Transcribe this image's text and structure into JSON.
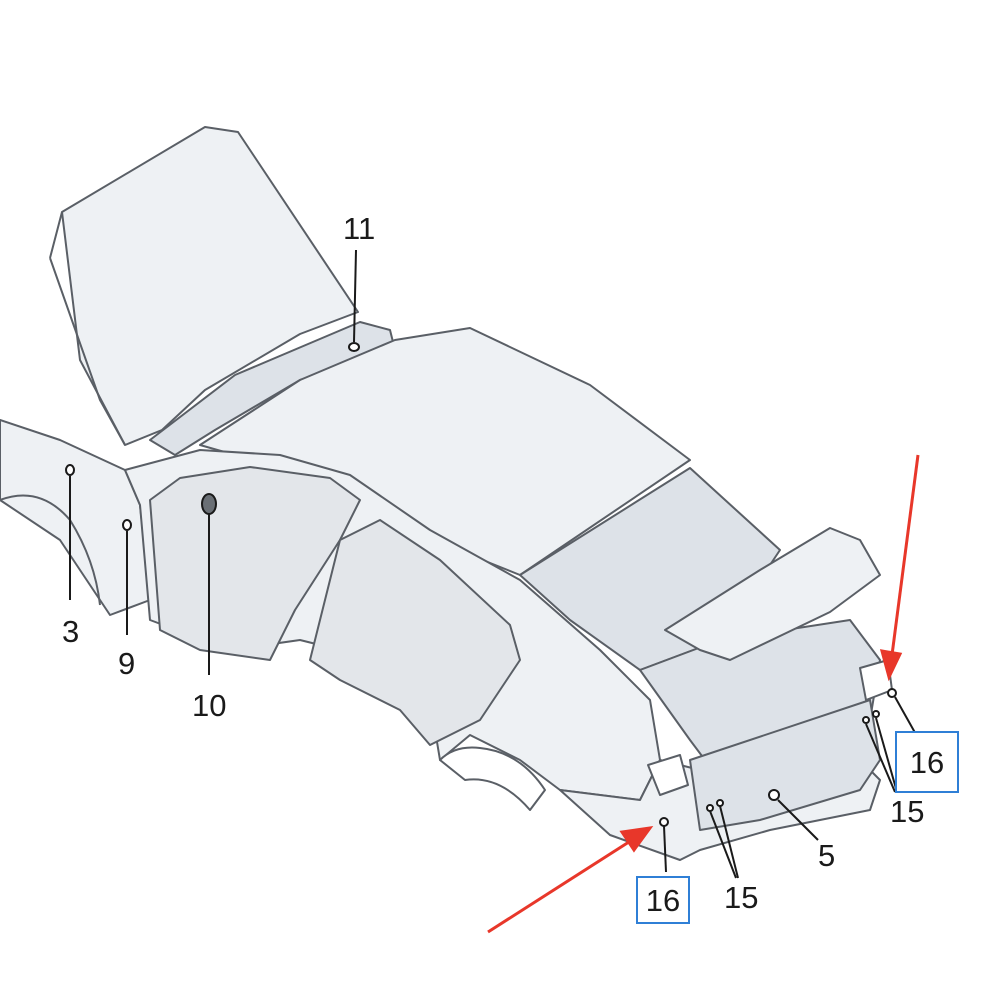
{
  "diagram": {
    "colors": {
      "body_fill": "#eef1f4",
      "body_fill_dark": "#dde2e8",
      "glass_fill": "#e3e6ea",
      "outline": "#5a5f66",
      "leader": "#1a1a1a",
      "highlight_box": "#2f7fd6",
      "arrow": "#e8372a"
    },
    "callouts": [
      {
        "id": "c3",
        "label": "3"
      },
      {
        "id": "c9",
        "label": "9"
      },
      {
        "id": "c10",
        "label": "10"
      },
      {
        "id": "c11",
        "label": "11"
      },
      {
        "id": "c5",
        "label": "5"
      },
      {
        "id": "c15a",
        "label": "15"
      },
      {
        "id": "c15b",
        "label": "15"
      },
      {
        "id": "c16a",
        "label": "16",
        "highlighted": true
      },
      {
        "id": "c16b",
        "label": "16",
        "highlighted": true
      }
    ]
  }
}
